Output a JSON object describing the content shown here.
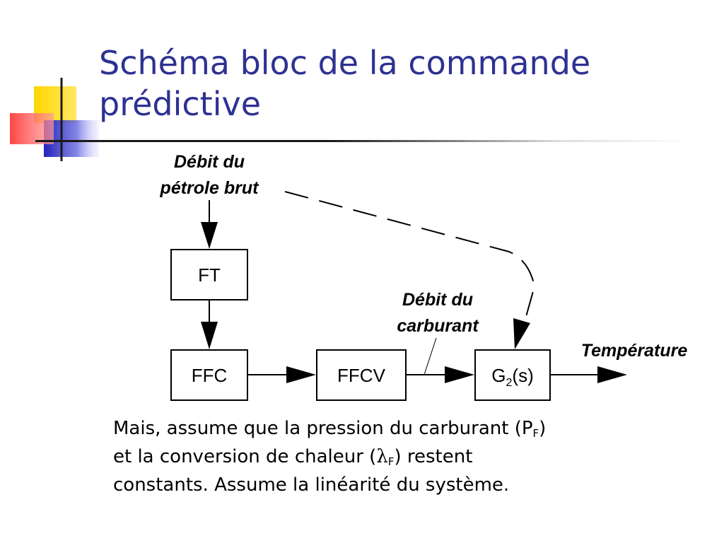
{
  "title": {
    "line1": "Schéma bloc de la commande",
    "line2": "prédictive"
  },
  "diagram": {
    "input_label": {
      "line1": "Débit du",
      "line2": "pétrole brut"
    },
    "fuel_label": {
      "line1": "Débit du",
      "line2": "carburant"
    },
    "output_label": "Température",
    "blocks": {
      "ft": "FT",
      "ffc": "FFC",
      "ffcv": "FFCV",
      "plant": {
        "base": "G",
        "sub": "2",
        "suffix": "(s)"
      }
    }
  },
  "note": {
    "line1_a": "Mais, assume que la pression du carburant (P",
    "line1_sub": "F",
    "line1_b": ")",
    "line2_a": "et la conversion de chaleur (",
    "line2_symbol": "λ",
    "line2_sub": "F",
    "line2_b": ") restent",
    "line3": "constants.  Assume la linéarité du système."
  },
  "colors": {
    "title": "#2e3192",
    "deco_yellow": "#ffd700",
    "deco_red": "#ff5a5a",
    "deco_blue": "#3333cc"
  }
}
